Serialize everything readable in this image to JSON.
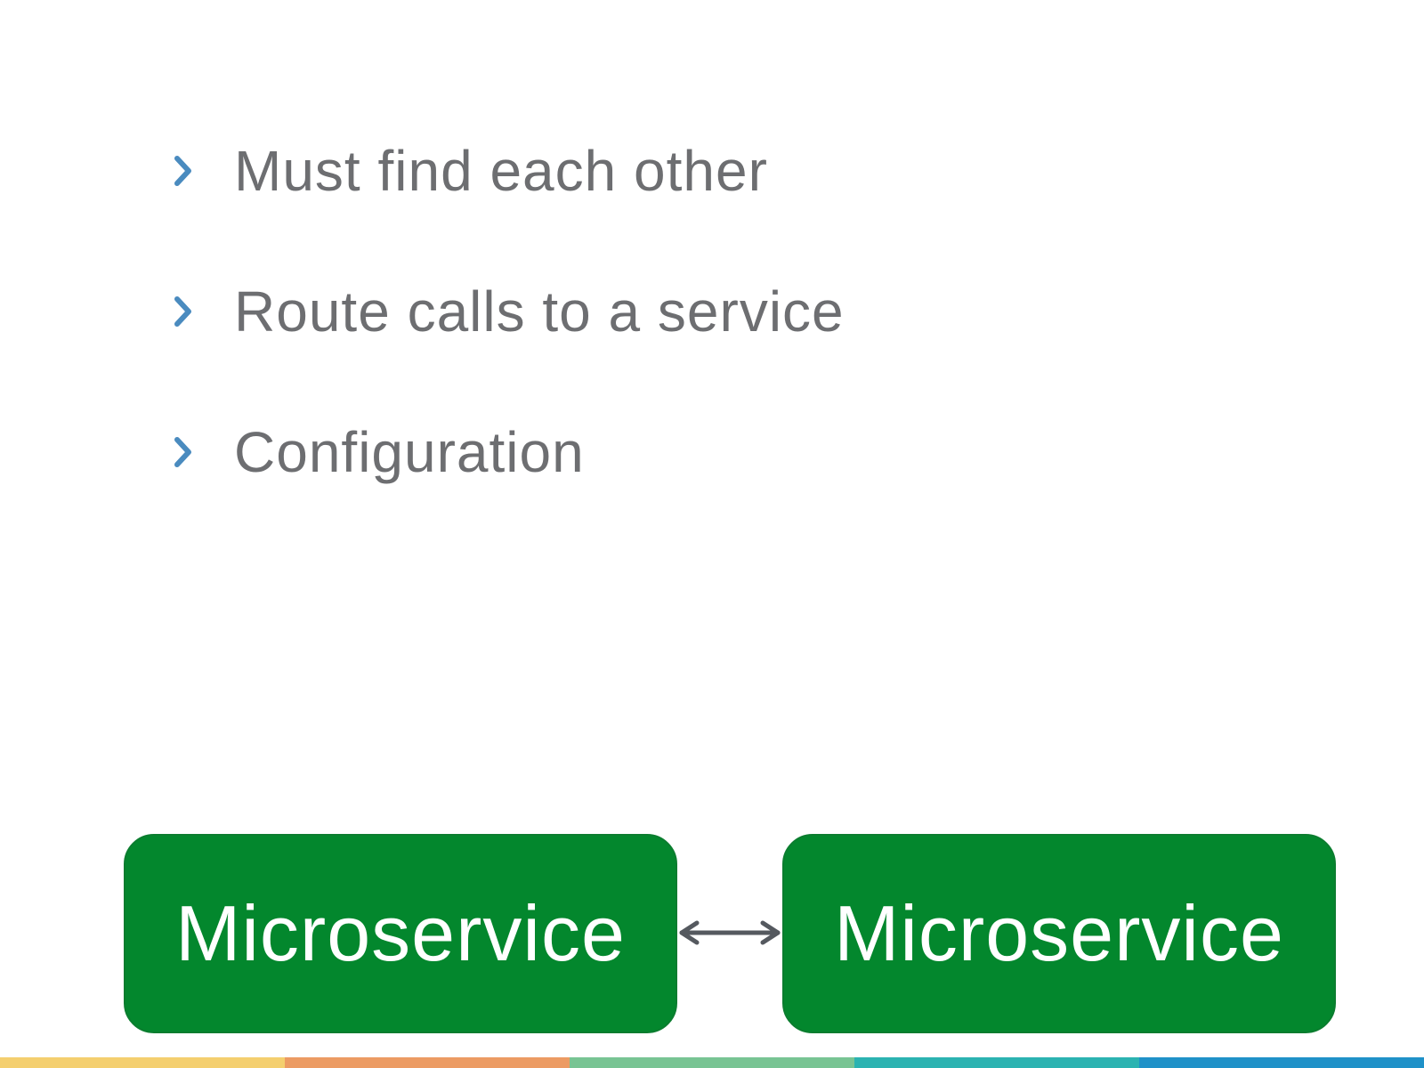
{
  "bullets": [
    {
      "text": "Must find each other"
    },
    {
      "text": "Route calls to a service"
    },
    {
      "text": "Configuration"
    }
  ],
  "diagram": {
    "left_service": {
      "label": "Microservice"
    },
    "right_service": {
      "label": "Microservice"
    },
    "connector": {
      "type": "bidirectional-arrow"
    }
  },
  "colors": {
    "bullet_text": "#6d6e71",
    "chevron": "#4a8bbf",
    "service_fill": "#03872d",
    "service_text": "#ffffff",
    "arrow": "#55595f"
  },
  "footer_bar": {
    "segments": [
      {
        "color": "#f4cf6f"
      },
      {
        "color": "#ec9b63"
      },
      {
        "color": "#78c493"
      },
      {
        "color": "#2bb3b1"
      },
      {
        "color": "#1f91c8"
      }
    ]
  }
}
